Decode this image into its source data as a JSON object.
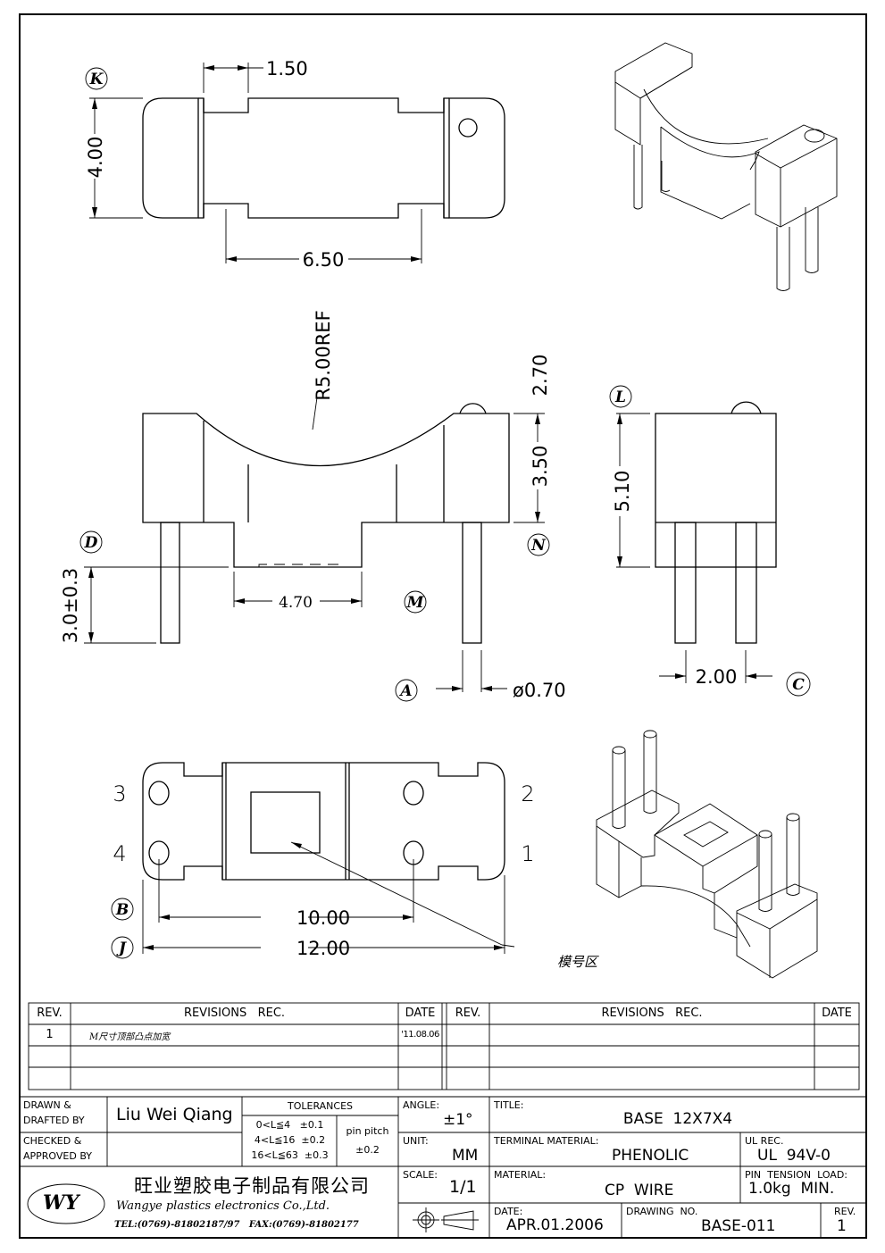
{
  "drawing": {
    "dimensions": {
      "top_view": {
        "notch_width": "1.50",
        "width": "4.00",
        "pin_span": "6.50",
        "label": "K"
      },
      "front_view": {
        "radius": "R5.00REF",
        "pin_stub": "2.70",
        "body_height": "3.50",
        "pin_length": "3.0±0.3",
        "slot_width": "4.70",
        "pin_diameter": "ø0.70",
        "labels": {
          "d": "D",
          "n": "N",
          "m": "M",
          "a": "A"
        }
      },
      "side_view": {
        "height": "5.10",
        "pin_pitch": "2.00",
        "labels": {
          "l": "L",
          "c": "C"
        }
      },
      "bottom_view": {
        "pin_numbers": [
          "3",
          "4",
          "2",
          "1"
        ],
        "pin_pitch": "10.00",
        "overall_length": "12.00",
        "labels": {
          "b": "B",
          "j": "J"
        },
        "marking_area_note": "模号区"
      }
    }
  },
  "revision_table": {
    "headers": {
      "rev": "REV.",
      "rec": "REVISIONS   REC.",
      "date": "DATE"
    },
    "rows": [
      {
        "rev": "1",
        "rec": "M尺寸顶部凸点加宽",
        "date": "'11.08.06"
      },
      {
        "rev": "",
        "rec": "",
        "date": ""
      },
      {
        "rev": "",
        "rec": "",
        "date": ""
      }
    ]
  },
  "title_block": {
    "drawn_label_1": "DRAWN &",
    "drawn_label_2": "DRAFTED BY",
    "drawn_by": "Liu Wei Qiang",
    "checked_label_1": "CHECKED &",
    "checked_label_2": "APPROVED BY",
    "checked_by": "",
    "tolerances": {
      "title": "TOLERANCES",
      "rows": [
        "0<L≦4   ±0.1",
        "4<L≦16  ±0.2",
        "16<L≦63  ±0.3"
      ],
      "pin_pitch_label": "pin pitch",
      "pin_pitch_value": "±0.2"
    },
    "angle_label": "ANGLE:",
    "angle_value": "±1°",
    "unit_label": "UNIT:",
    "unit_value": "MM",
    "scale_label": "SCALE:",
    "scale_value": "1/1",
    "company_logo": "WY",
    "company_cn": "旺业塑胶电子制品有限公司",
    "company_en": "Wangye plastics electronics Co.,Ltd.",
    "company_contact": "TEL:(0769)-81802187/97   FAX:(0769)-81802177",
    "title_label": "TITLE:",
    "title_value": "BASE  12X7X4",
    "terminal_material_label": "TERMINAL MATERIAL:",
    "terminal_material_value": "PHENOLIC",
    "ul_label": "UL REC.",
    "ul_value": "UL  94V-0",
    "material_label": "MATERIAL:",
    "material_value": "CP  WIRE",
    "pin_tension_label": "PIN  TENSION  LOAD:",
    "pin_tension_value": "1.0kg  MIN.",
    "date_label": "DATE:",
    "date_value": "APR.01.2006",
    "drawing_no_label": "DRAWING  NO.",
    "drawing_no_value": "BASE-011",
    "rev_label": "REV.",
    "rev_value": "1",
    "projection_symbol": "first-angle-projection-icon"
  }
}
